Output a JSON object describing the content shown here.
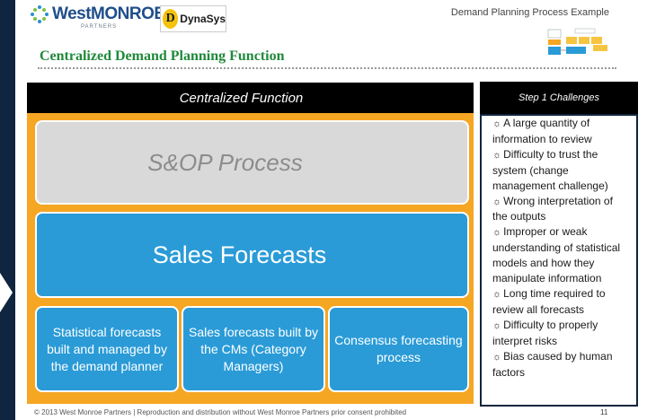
{
  "header": {
    "title": "Demand Planning Process Example",
    "logo_westmonroe_text": "WestMONROE",
    "logo_westmonroe_sub": "PARTNERS",
    "logo_dynasys_text": "DynaSys"
  },
  "section_title": "Centralized Demand Planning Function",
  "diagram": {
    "centralized_label": "Centralized Function",
    "sop_label": "S&OP Process",
    "sales_forecasts_label": "Sales Forecasts",
    "sub_boxes": [
      "Statistical forecasts built and managed by the demand planner",
      "Sales forecasts built by the CMs (Category Managers)",
      "Consensus forecasting process"
    ]
  },
  "challenges": {
    "heading": "Step 1 Challenges",
    "bullet_icon": "sun-bullet-icon",
    "bullet_glyph": "☼",
    "items": [
      "A large quantity of information to review",
      "Difficulty to trust the system (change management challenge)",
      "Wrong interpretation of the outputs",
      "Improper or weak understanding of statistical models and how they manipulate information",
      "Long time required to review all forecasts",
      "Difficulty to properly interpret risks",
      "Bias caused by human factors"
    ]
  },
  "footer": {
    "text": "© 2013 West Monroe Partners  |  Reproduction and distribution without West Monroe Partners prior consent prohibited",
    "page_number": "11"
  },
  "colors": {
    "rail": "#10253f",
    "section_title": "#1f8a3a",
    "orange_panel": "#f5a623",
    "blue_box": "#2a9bd7",
    "sop_box": "#d9d9d9"
  }
}
